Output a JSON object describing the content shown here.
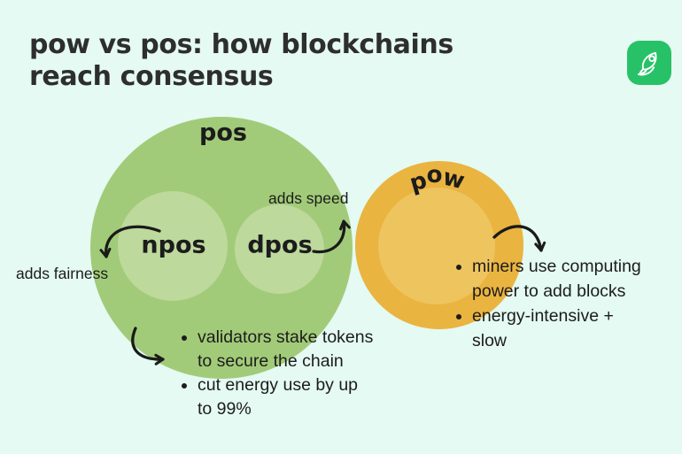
{
  "colors": {
    "bg": "#e4faf2",
    "ink": "#2e2e2e",
    "green": "#a2cb79",
    "green_light": "#bdd99c",
    "orange": "#eab440",
    "orange_light": "#eec45f",
    "logo_green": "#27c268"
  },
  "title": {
    "line1": "pow vs pos: how blockchains",
    "line2": "reach consensus"
  },
  "pos_group": {
    "label": "pos",
    "npos_label": "npos",
    "dpos_label": "dpos",
    "fairness_note": "adds fairness",
    "speed_note": "adds speed",
    "bullets": [
      {
        "lines": [
          "validators stake tokens",
          "to secure the chain"
        ]
      },
      {
        "lines": [
          "cut energy use by up",
          "to 99%"
        ]
      }
    ]
  },
  "pow_group": {
    "label": "pow",
    "letters": [
      "p",
      "o",
      "w"
    ],
    "bullets": [
      {
        "lines": [
          "miners use computing",
          "power to add blocks"
        ]
      },
      {
        "lines": [
          "energy-intensive +",
          "slow"
        ]
      }
    ]
  }
}
